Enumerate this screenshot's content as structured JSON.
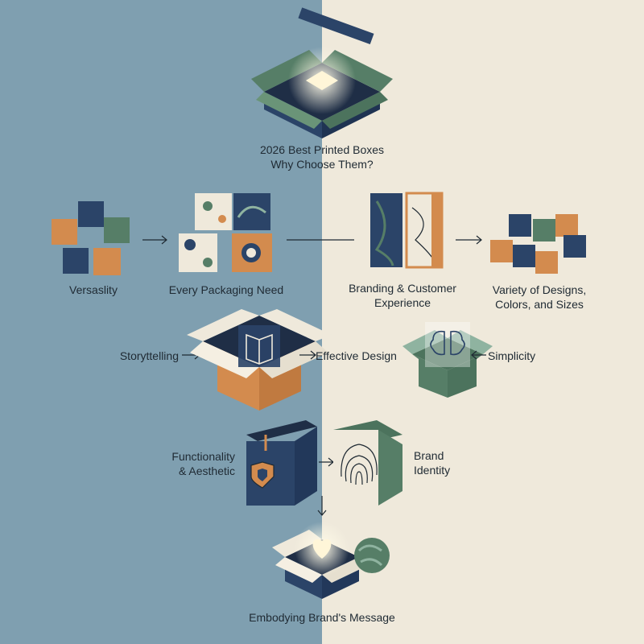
{
  "title": {
    "line1": "2026 Best Printed Boxes",
    "line2": "Why Choose Them?"
  },
  "nodes": {
    "versatility": "Versaslity",
    "every_packaging_need": "Every Packaging Need",
    "branding_line1": "Branding & Customer",
    "branding_line2": "Experience",
    "variety_line1": "Variety of Designs,",
    "variety_line2": "Colors, and Sizes",
    "storytelling": "Storyttelling",
    "effective_design": "Effective Design",
    "simplicity": "Simplicity",
    "functionality_line1": "Functionality",
    "functionality_line2": "& Aesthetic",
    "brand_identity_line1": "Brand",
    "brand_identity_line2": "Identity",
    "brand_message": "Embodying Brand's Message"
  },
  "colors": {
    "left_bg": "#7f9fb0",
    "right_bg": "#efe9db",
    "navy": "#2b4468",
    "green": "#567e67",
    "orange": "#d38b4e",
    "cream": "#efe9db",
    "ink": "#1f2a33"
  },
  "icons": [
    "open-box-icon",
    "book-icon",
    "brain-icon",
    "shield-icon",
    "fingerprint-icon",
    "heart-icon",
    "arrow-icon"
  ]
}
